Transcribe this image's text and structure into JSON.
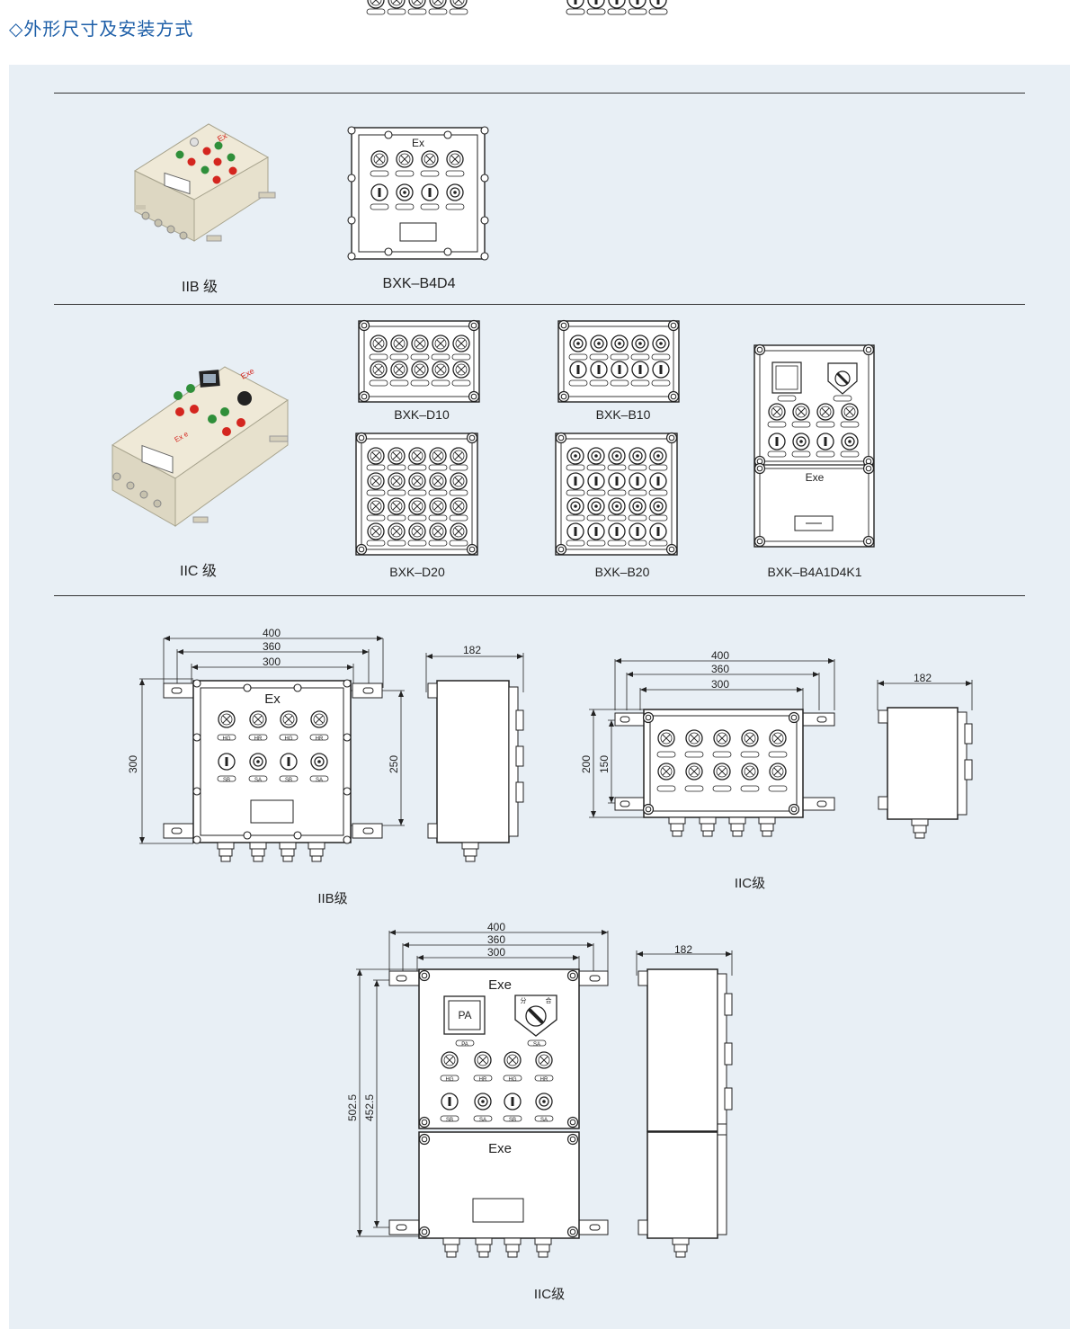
{
  "page": {
    "title": "◇外形尺寸及安装方式"
  },
  "products": {
    "iib_photo_label": "IIB 级",
    "iic_photo_label": "IIC 级",
    "bxk_b4d4": "BXK–B4D4",
    "bxk_d10": "BXK–D10",
    "bxk_b10": "BXK–B10",
    "bxk_d20": "BXK–D20",
    "bxk_b20": "BXK–B20",
    "bxk_b4a1d4k1": "BXK–B4A1D4K1"
  },
  "marks": {
    "ex": "Ex",
    "exe": "Exe",
    "pa": "PA",
    "fen": "分",
    "he": "合"
  },
  "tags": {
    "hg": "HG",
    "hr": "HR",
    "sb": "SB",
    "sa": "SA",
    "pa": "PA",
    "sa_sw": "SA"
  },
  "drawings": {
    "iib": {
      "label": "IIB级",
      "w400": "400",
      "w360": "360",
      "w300": "300",
      "h300": "300",
      "h250": "250",
      "d182": "182"
    },
    "iic_small": {
      "label": "IIC级",
      "w400": "400",
      "w360": "360",
      "w300": "300",
      "h200": "200",
      "h150": "150",
      "d182": "182"
    },
    "iic_large": {
      "label": "IIC级",
      "w400": "400",
      "w360": "360",
      "w300": "300",
      "h502": "502.5",
      "h452": "452.5",
      "d182": "182"
    }
  },
  "colors": {
    "title": "#1e5fa8",
    "panel": "#e8eff5",
    "line": "#222222",
    "red": "#d4261f",
    "green": "#2f8f3a",
    "body": "#ebe5d3"
  }
}
